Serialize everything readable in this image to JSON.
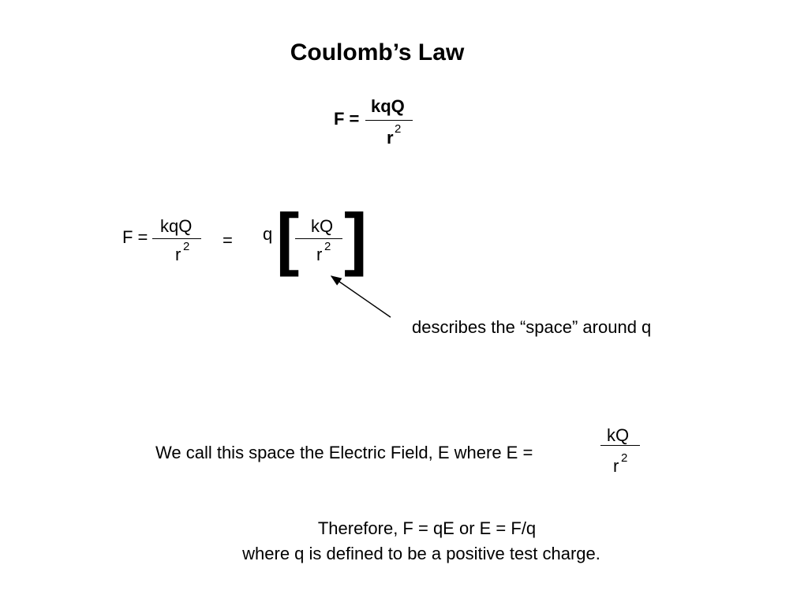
{
  "title": "Coulomb’s Law",
  "formula_top": {
    "lhs": "F =",
    "numerator": "kqQ",
    "denominator": "r",
    "exponent": "2"
  },
  "formula_expanded": {
    "lhs": "F =",
    "numerator": "kqQ",
    "denominator": "r",
    "exponent": "2",
    "equals": "=",
    "factor": "q",
    "bracket_left": "[",
    "bracket_right": "]",
    "inner_numerator": "kQ",
    "inner_denominator": "r",
    "inner_exponent": "2"
  },
  "annotation": "describes the “space” around q",
  "field_definition": {
    "text": "We call this space the Electric Field, E where E =",
    "numerator": "kQ",
    "denominator": "r",
    "exponent": "2"
  },
  "conclusion": {
    "line1": "Therefore, F = qE or E = F/q",
    "line2": "where q is defined to be a positive test charge."
  }
}
